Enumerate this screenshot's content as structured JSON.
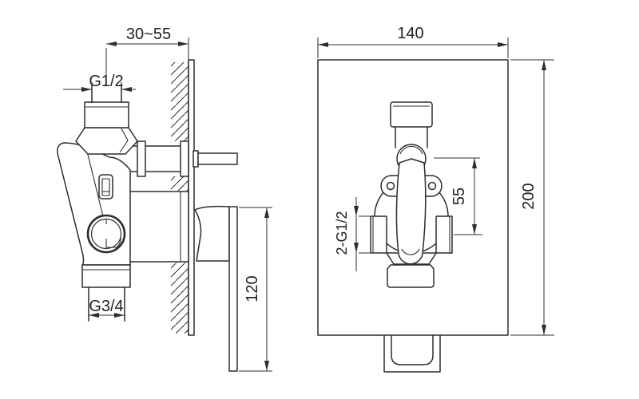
{
  "page": {
    "background": "#ffffff",
    "line_color": "#2d2d2d"
  },
  "views": {
    "side_view": {
      "dimensions": {
        "wall_distance": "30~55",
        "top_inlet_thread": "G1/2",
        "bottom_inlet_thread": "G3/4",
        "lever_length": "120"
      }
    },
    "front_view": {
      "dimensions": {
        "plate_width": "140",
        "plate_height": "200",
        "pivot_to_port_offset": "55",
        "side_ports_thread": "2-G1/2"
      }
    }
  }
}
